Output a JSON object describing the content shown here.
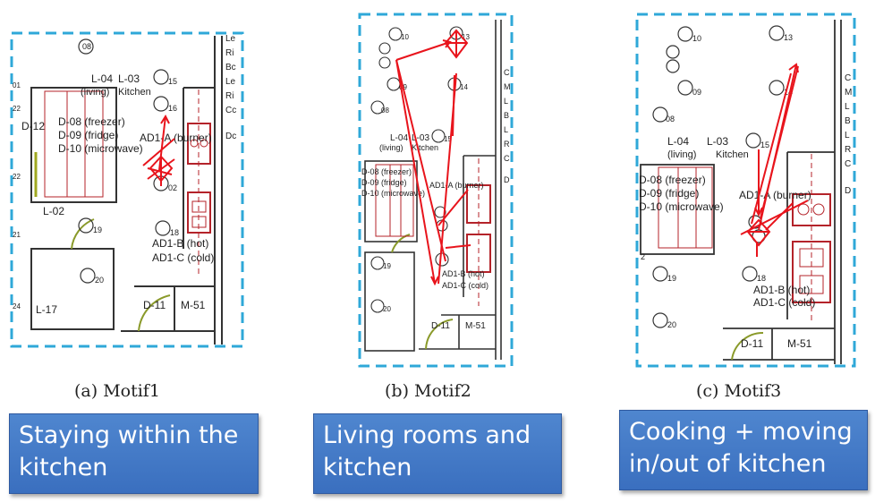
{
  "panels": [
    {
      "caption": "(a) Motif1",
      "description": "Staying within the kitchen",
      "labels": {
        "room_living": "L-04",
        "room_living_sub": "(living)",
        "room_kitchen": "L-03",
        "room_kitchen_sub": "Kitchen",
        "d12": "D-12",
        "d08": "D-08 (freezer)",
        "d09": "D-09 (fridge)",
        "d10": "D-10 (microwave)",
        "ad1a": "AD1-A (burner)",
        "l02": "L-02",
        "ad1b": "AD1-B (hot)",
        "ad1c": "AD1-C (cold)",
        "l17": "L-17",
        "d11": "D-11",
        "m51": "M-51",
        "edge_left": [
          "01",
          "22",
          "22",
          "21",
          "24"
        ],
        "edge_right": [
          "Le",
          "Ri",
          "Bc",
          "Le",
          "Ri",
          "Cc",
          "Dc"
        ],
        "m08": "08",
        "m15": "15",
        "m16": "16",
        "t02": "02",
        "m18": "18",
        "m19": "19",
        "m20": "20"
      }
    },
    {
      "caption": "(b) Motif2",
      "description": "Living rooms and kitchen",
      "labels": {
        "m10": "10",
        "m13": "13",
        "m14": "14",
        "m09": "09",
        "m08": "08",
        "m15": "15",
        "room_living": "L-04",
        "room_living_sub": "(living)",
        "room_kitchen": "L-03",
        "room_kitchen_sub": "Kitchen",
        "d08": "D-08 (freezer)",
        "d09": "D-09 (fridge)",
        "d10": "D-10 (microwave)",
        "ad1a": "AD1-A (burner)",
        "ad1b": "AD1-B (hot)",
        "ad1c": "AD1-C (cold)",
        "m19": "19",
        "m20": "20",
        "d11": "D-11",
        "m51": "M-51",
        "edge_right": [
          "C",
          "M",
          "L",
          "B",
          "L",
          "R",
          "C",
          "D"
        ]
      }
    },
    {
      "caption": "(c) Motif3",
      "description": "Cooking + moving in/out of kitchen",
      "labels": {
        "m10": "10",
        "m13": "13",
        "m09": "09",
        "m08": "08",
        "m14": "14",
        "m15": "15",
        "room_living": "L-04",
        "room_living_sub": "(living)",
        "room_kitchen": "L-03",
        "room_kitchen_sub": "Kitchen",
        "d08": "D-08 (freezer)",
        "d09": "D-09 (fridge)",
        "d10": "D-10 (microwave)",
        "ad1a": "AD1-A (burner)",
        "ad1b": "AD1-B (hot)",
        "ad1c": "AD1-C (cold)",
        "m18": "18",
        "m19": "19",
        "m20": "20",
        "d11": "D-11",
        "m51": "M-51",
        "edge_right": [
          "C",
          "M",
          "L",
          "B",
          "L",
          "R",
          "C",
          "D"
        ],
        "edge_left": [
          "2"
        ]
      }
    }
  ],
  "colors": {
    "border_dash": "#2fa8d8",
    "arrow": "#e8141c",
    "wall": "#333333",
    "appliance": "#b4232a",
    "box_bg": "#3f76c6"
  }
}
